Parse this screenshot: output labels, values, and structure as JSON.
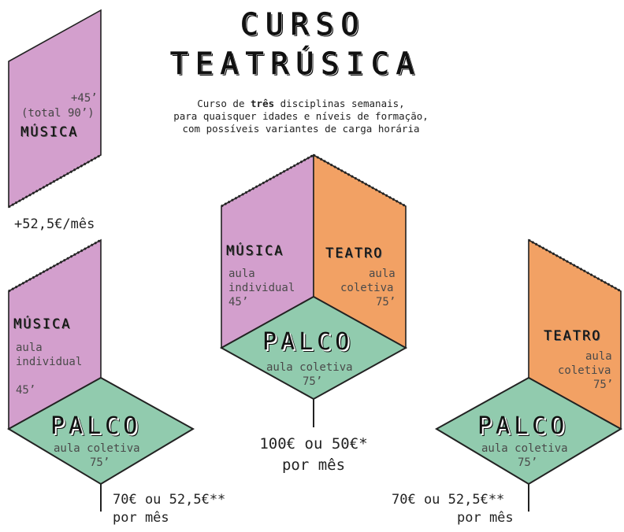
{
  "title": {
    "line1": "CURSO",
    "line2": "TEATRÚSICA"
  },
  "intro": {
    "line1_pre": "Curso de ",
    "line1_bold": "três",
    "line1_post": " disciplinas semanais,",
    "line2": "para quaisquer idades e níveis de formação,",
    "line3": "com possíveis variantes de carga horária"
  },
  "colors": {
    "musica": "#d39fcd",
    "teatro": "#f2a164",
    "palco": "#91cbae",
    "edge": "#222222"
  },
  "addon": {
    "extra": "+45’",
    "total": "(total 90’)",
    "label": "MÚSICA",
    "price": "+52,5€/mês"
  },
  "left": {
    "musica_label": "MÚSICA",
    "musica_l1": "aula",
    "musica_l2": "individual",
    "musica_dur": "45’",
    "palco_label": "PALCO",
    "palco_sub": "aula coletiva",
    "palco_dur": "75’",
    "price_l1": "70€ ou 52,5€**",
    "price_l2": "por mês"
  },
  "center": {
    "musica_label": "MÚSICA",
    "musica_l1": "aula",
    "musica_l2": "individual",
    "musica_dur": "45’",
    "teatro_label": "TEATRO",
    "teatro_l1": "aula",
    "teatro_l2": "coletiva",
    "teatro_dur": "75’",
    "palco_label": "PALCO",
    "palco_sub": "aula coletiva",
    "palco_dur": "75’",
    "price_l1": "100€ ou 50€*",
    "price_l2": "por mês"
  },
  "right": {
    "teatro_label": "TEATRO",
    "teatro_l1": "aula",
    "teatro_l2": "coletiva",
    "teatro_dur": "75’",
    "palco_label": "PALCO",
    "palco_sub": "aula coletiva",
    "palco_dur": "75’",
    "price_l1": "70€ ou 52,5€**",
    "price_l2": "por mês"
  }
}
